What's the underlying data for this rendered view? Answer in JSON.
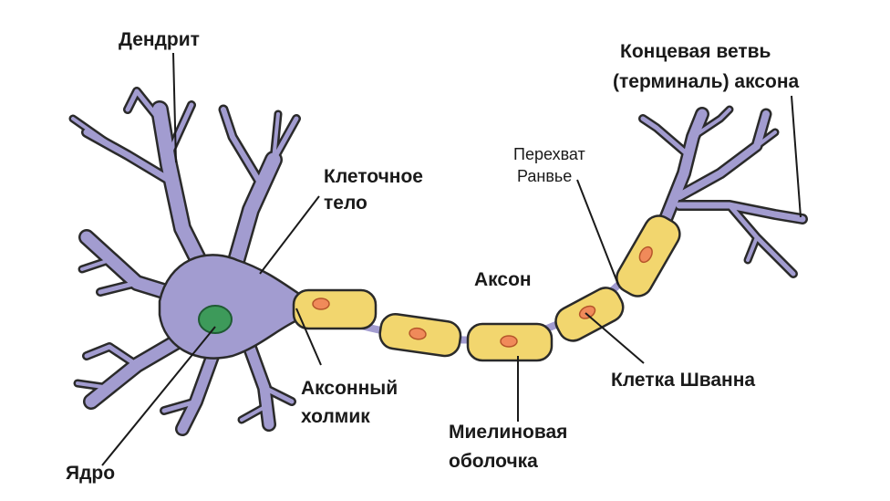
{
  "colors": {
    "neuron": "#a29cd0",
    "outline": "#2a2a2a",
    "myelin": "#f2d66e",
    "schwann_nucleus": "#f08a5a",
    "nucleus": "#3d9a5a"
  },
  "labels": {
    "dendrite": "Дендрит",
    "cell_body_1": "Клеточное",
    "cell_body_2": "тело",
    "axon_hillock_1": "Аксонный",
    "axon_hillock_2": "холмик",
    "nucleus": "Ядро",
    "axon": "Аксон",
    "ranvier_1": "Перехват",
    "ranvier_2": "Ранвье",
    "terminal_1": "Концевая ветвь",
    "terminal_2": "(терминаль) аксона",
    "schwann_cell": "Клетка Шванна",
    "myelin_1": "Миелиновая",
    "myelin_2": "оболочка"
  }
}
